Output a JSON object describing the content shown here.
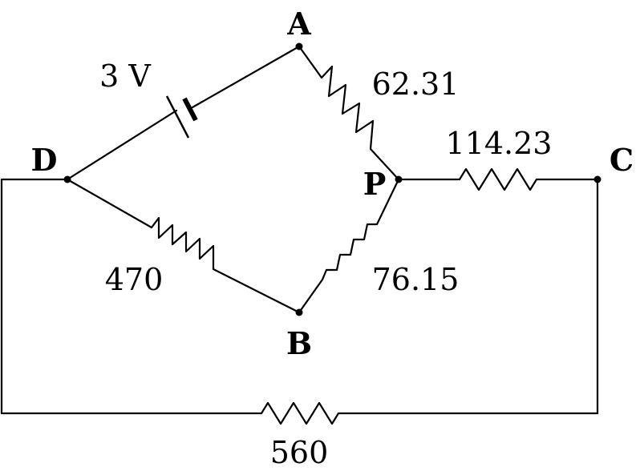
{
  "nodes": {
    "A": "A",
    "B": "B",
    "C": "C",
    "D": "D",
    "P": "P"
  },
  "components": {
    "battery": "3 V",
    "r_ap": "62.31",
    "r_pc": "114.23",
    "r_db": "470",
    "r_bp": "76.15",
    "r_bottom": "560"
  }
}
